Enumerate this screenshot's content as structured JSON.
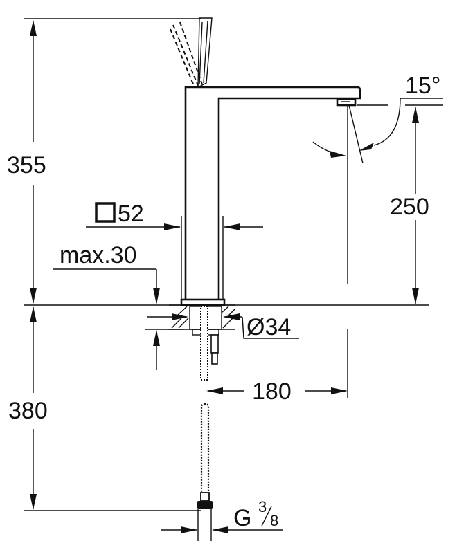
{
  "drawing": {
    "subject": "Single-lever basin mixer, tall (side elevation)",
    "dimensions": {
      "total_height_above_deck": "355",
      "spout_height": "250",
      "below_deck_hose_length": "380",
      "spout_reach": "180",
      "body_section": "52",
      "body_section_symbol": "square",
      "max_deck_thickness": "max.30",
      "mounting_hole_diameter": "Ø34",
      "connection_thread": "G",
      "thread_numerator": "3",
      "thread_denominator": "8",
      "aerator_swivel_angle": "15°"
    }
  }
}
